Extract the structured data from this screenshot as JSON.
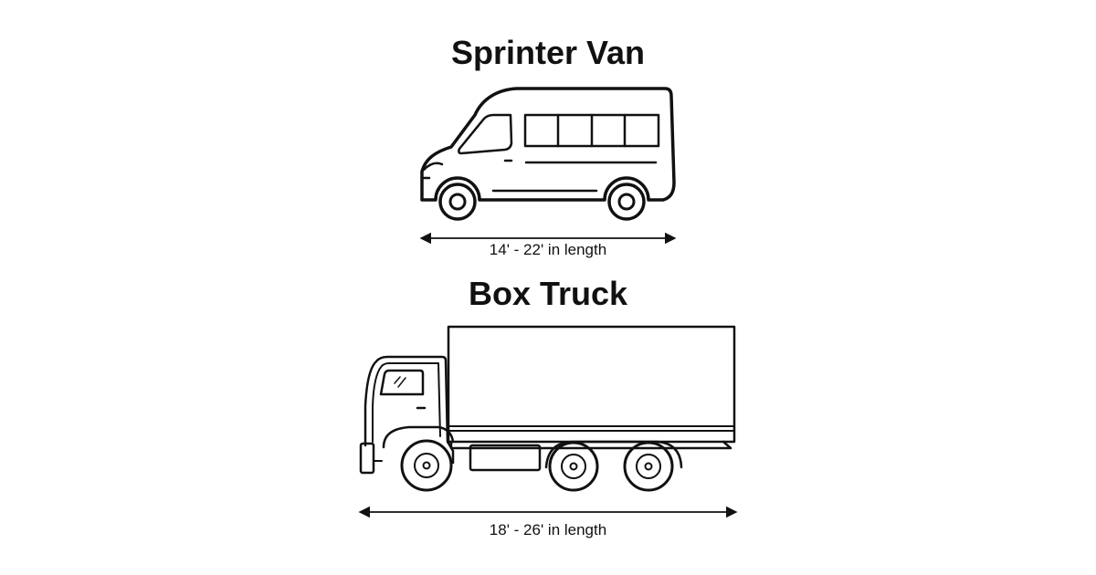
{
  "vehicles": [
    {
      "title": "Sprinter Van",
      "length_label": "14' - 22' in length"
    },
    {
      "title": "Box Truck",
      "length_label": "18' - 26' in length"
    }
  ]
}
